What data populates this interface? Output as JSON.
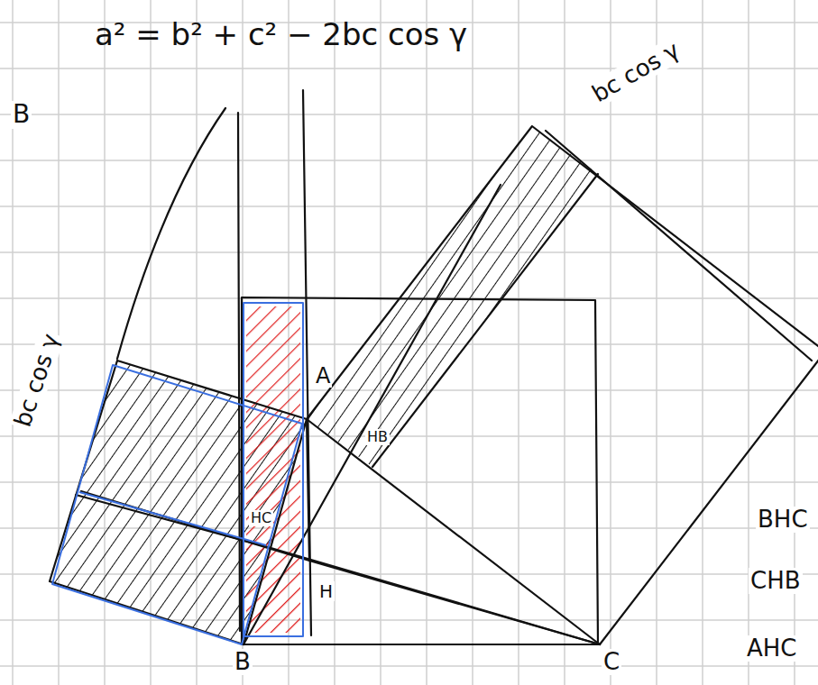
{
  "diagram": {
    "title": "a² = b² + c² − 2bc cos γ",
    "labels": [
      "B",
      "bc cos γ",
      "bc cos γ",
      "A",
      "HB",
      "HC",
      "H",
      "B",
      "C",
      "BHC",
      "CHB",
      "AHC"
    ]
  }
}
